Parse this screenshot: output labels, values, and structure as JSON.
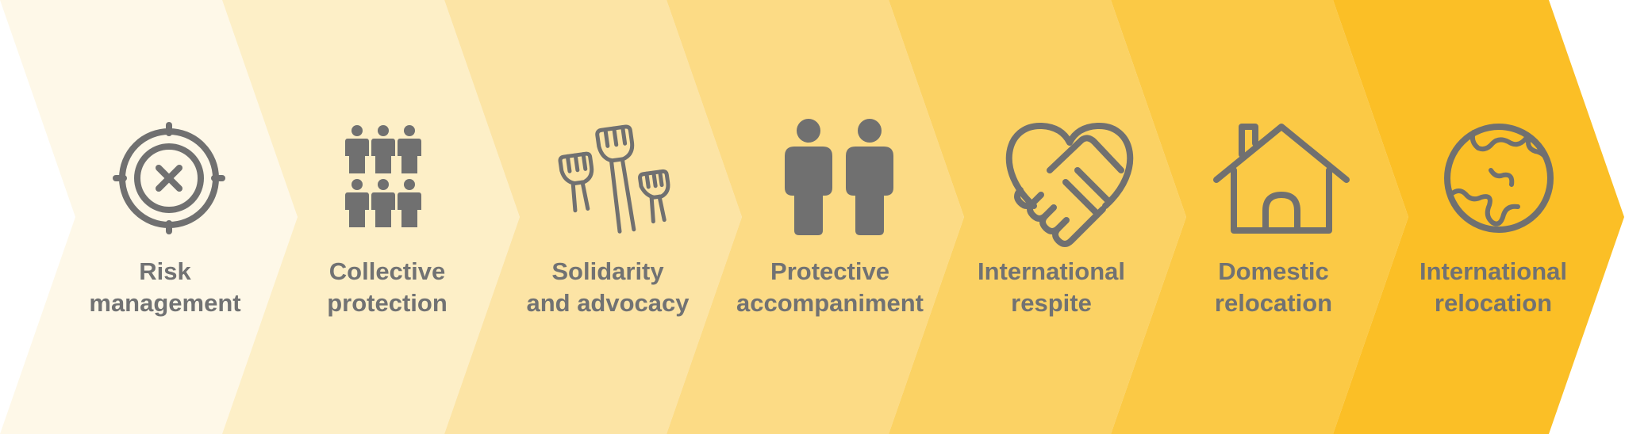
{
  "steps": [
    {
      "icon": "crosshair-icon",
      "fill": "#FEF8E8",
      "label": [
        "Risk",
        "management"
      ]
    },
    {
      "icon": "group-of-people-icon",
      "fill": "#FDEFC7",
      "label": [
        "Collective",
        "protection"
      ]
    },
    {
      "icon": "raised-fists-icon",
      "fill": "#FCE4A5",
      "label": [
        "Solidarity",
        "and advocacy"
      ]
    },
    {
      "icon": "two-people-icon",
      "fill": "#FCDB85",
      "label": [
        "Protective",
        "accompaniment"
      ]
    },
    {
      "icon": "handshake-heart-icon",
      "fill": "#FBD264",
      "label": [
        "International",
        "respite"
      ]
    },
    {
      "icon": "house-icon",
      "fill": "#FBC945",
      "label": [
        "Domestic",
        "relocation"
      ]
    },
    {
      "icon": "globe-icon",
      "fill": "#FBBF26",
      "label": [
        "International",
        "relocation"
      ]
    }
  ],
  "colors": {
    "icon": "#707070",
    "text": "#717273"
  }
}
